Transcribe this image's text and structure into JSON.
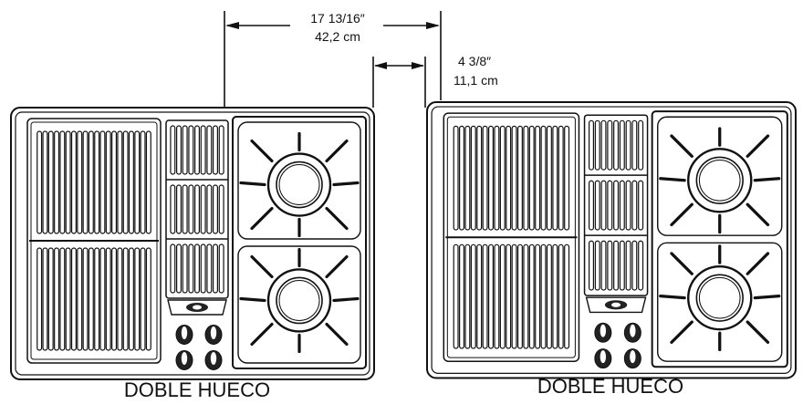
{
  "dimensions": {
    "width_main": {
      "imperial": "17 13/16″",
      "metric": "42,2 cm"
    },
    "offset": {
      "imperial": "4 3/8″",
      "metric": "11,1 cm"
    }
  },
  "cooktops": [
    {
      "caption": "DOBLE HUECO"
    },
    {
      "caption": "DOBLE HUECO"
    }
  ],
  "colors": {
    "line": "#111111",
    "background": "#ffffff"
  }
}
